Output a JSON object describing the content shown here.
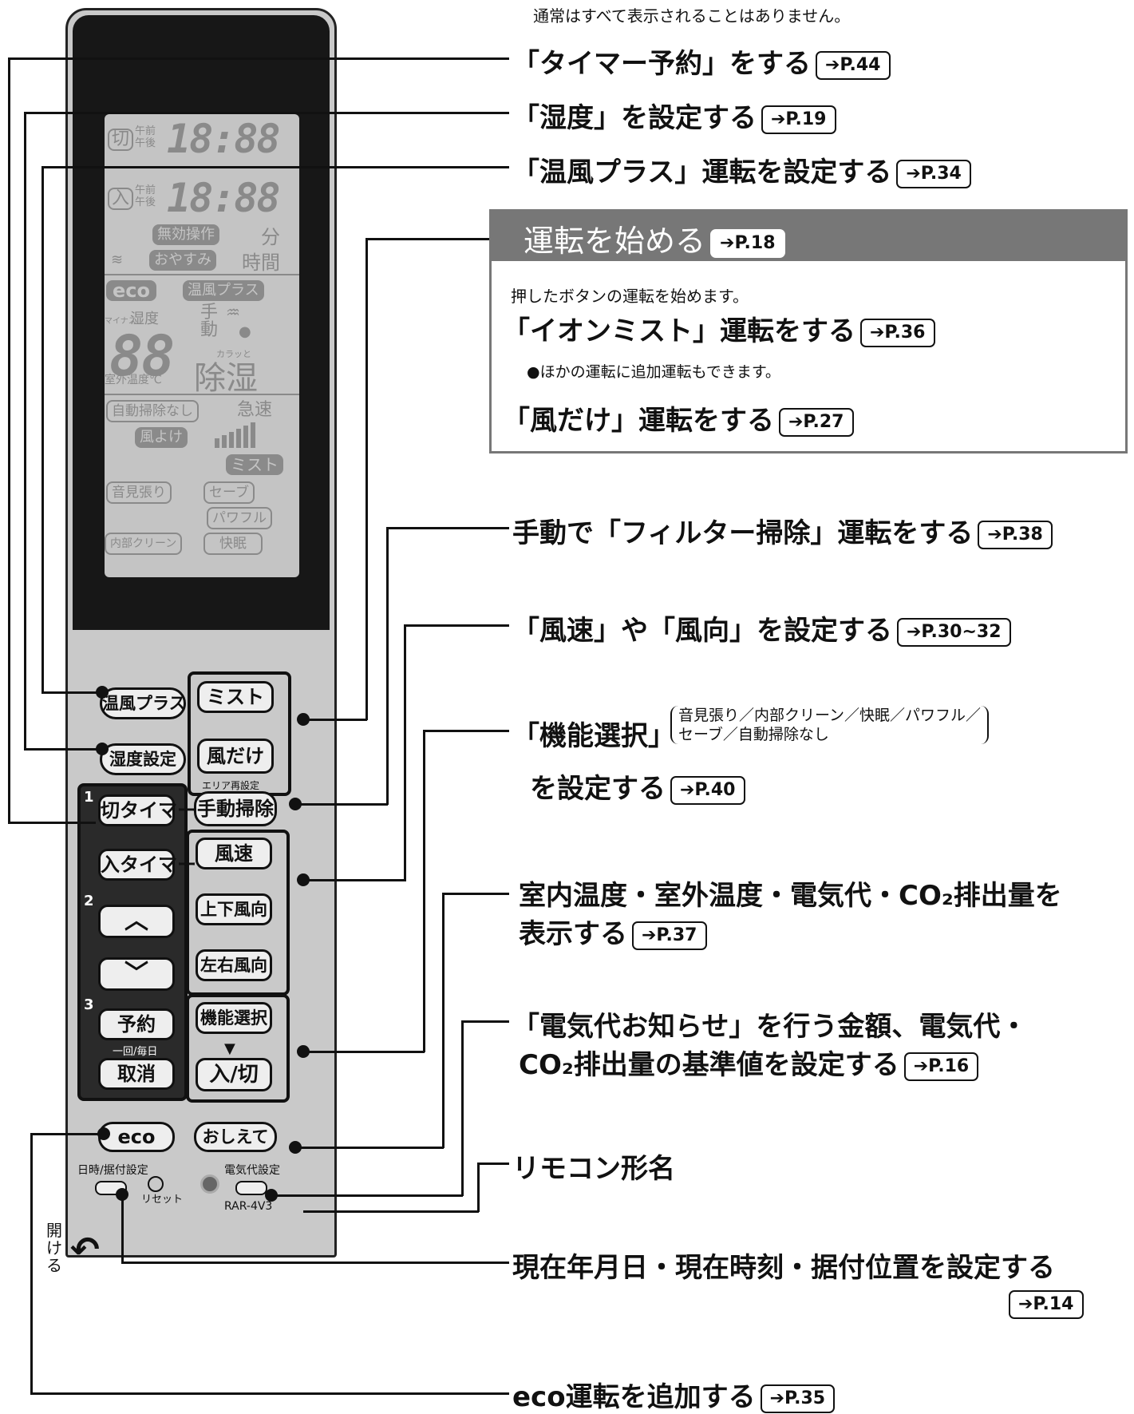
{
  "top_note": "通常はすべて表示されることはありません。",
  "lcd": {
    "off_label": "切",
    "on_label": "入",
    "am": "午前",
    "pm": "午後",
    "time_digits": "18:88",
    "invalid_op": "無効操作",
    "minutes": "分",
    "sleep": "おやすみ",
    "hours": "時間",
    "eco": "eco",
    "warm_plus": "温風プラス",
    "minus": "マイナス",
    "humidity": "湿度",
    "manual": "手動",
    "temp_digits": "88",
    "karatto": "カラッと",
    "outdoor_temp": "室外温度℃",
    "dehumid": "除湿",
    "no_auto_clean": "自動掃除なし",
    "rapid": "急速",
    "wind_avoid": "風よけ",
    "mist": "ミスト",
    "sound_watch": "音見張り",
    "save": "セーブ",
    "powerful": "パワフル",
    "inner_clean": "内部クリーン",
    "comfort_sleep": "快眠"
  },
  "buttons": {
    "warm_plus": "温風プラス",
    "mist": "ミスト",
    "humidity_set": "湿度設定",
    "wind_only": "風だけ",
    "area_reset": "エリア再設定",
    "off_timer": "切タイマー",
    "manual_clean": "手動掃除",
    "on_timer": "入タイマー",
    "wind_speed": "風速",
    "up_down_dir": "上下風向",
    "left_right_dir": "左右風向",
    "reserve": "予約",
    "once_daily": "一回/毎日",
    "func_select": "機能選択",
    "cancel": "取消",
    "on_off": "入/切",
    "eco": "eco",
    "tell_me": "おしえて",
    "datetime_set": "日時/据付設定",
    "electric_set": "電気代設定",
    "reset": "リセット",
    "model": "RAR-4V3",
    "open": "開ける",
    "num1": "1",
    "num2": "2",
    "num3": "3"
  },
  "callouts": {
    "timer": {
      "text": "「タイマー予約」をする",
      "ref": "➔P.44"
    },
    "humidity": {
      "text": "「湿度」を設定する",
      "ref": "➔P.19"
    },
    "warm_plus": {
      "text": "「温風プラス」運転を設定する",
      "ref": "➔P.34"
    },
    "filter_clean": {
      "text": "手動で「フィルター掃除」運転をする",
      "ref": "➔P.38"
    },
    "wind": {
      "text": "「風速」や「風向」を設定する",
      "ref": "➔P.30~32"
    },
    "func_select": {
      "text": "「機能選択」",
      "detail1": "音見張り／内部クリーン／快眠／パワフル／",
      "detail2": "セーブ／自動掃除なし",
      "text2": "を設定する",
      "ref": "➔P.40"
    },
    "temp_display": {
      "text1": "室内温度・室外温度・電気代・CO₂排出量を",
      "text2": "表示する",
      "ref": "➔P.37"
    },
    "electric": {
      "text1": "「電気代お知らせ」を行う金額、電気代・",
      "text2": "CO₂排出量の基準値を設定する",
      "ref": "➔P.16"
    },
    "model_name": {
      "text": "リモコン形名"
    },
    "datetime": {
      "text": "現在年月日・現在時刻・据付位置を設定する",
      "ref": "➔P.14"
    },
    "eco": {
      "text": "eco運転を追加する",
      "ref": "➔P.35"
    }
  },
  "start_box": {
    "title": "運転を始める",
    "title_ref": "➔P.18",
    "desc": "押したボタンの運転を始めます。",
    "ion_mist": "「イオンミスト」運転をする",
    "ion_ref": "➔P.36",
    "ion_note": "●ほかの運転に追加運転もできます。",
    "wind_only": "「風だけ」運転をする",
    "wind_ref": "➔P.27"
  }
}
